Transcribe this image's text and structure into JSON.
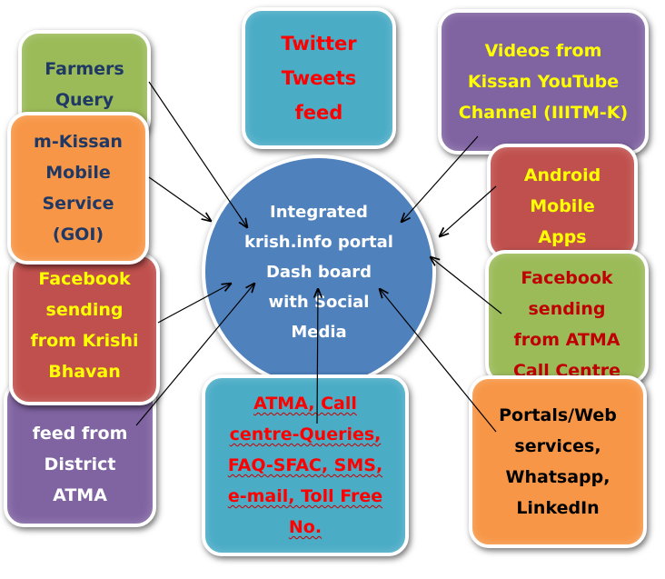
{
  "center": {
    "lines": [
      "Integrated",
      "krish.info portal",
      "Dash board",
      "with Social",
      "Media"
    ],
    "color": "#4f81bd"
  },
  "boxes": {
    "farmers_query": {
      "lines": [
        "Farmers",
        "Query"
      ],
      "fill": "#9bbb59",
      "text_color": "#1f3864"
    },
    "twitter": {
      "lines": [
        "Twitter",
        "Tweets",
        "feed"
      ],
      "fill": "#4bacc6",
      "text_color": "#ff0000"
    },
    "videos": {
      "lines": [
        "Videos from",
        "Kissan YouTube",
        "Channel (IIITM-K)"
      ],
      "fill": "#8064a2",
      "text_color": "#ffff00"
    },
    "mkissan": {
      "lines": [
        "m-Kissan",
        "Mobile",
        "Service",
        "(GOI)"
      ],
      "fill": "#f79646",
      "text_color": "#1f3864"
    },
    "android": {
      "lines": [
        "Android",
        "Mobile",
        "Apps"
      ],
      "fill": "#c0504d",
      "text_color": "#ffff00"
    },
    "facebook_krishi": {
      "lines": [
        "Facebook",
        "sending",
        "from Krishi",
        "Bhavan"
      ],
      "fill": "#c0504d",
      "text_color": "#ffff00"
    },
    "facebook_atma": {
      "lines": [
        "Facebook",
        "sending",
        "from ATMA",
        "Call Centre"
      ],
      "fill": "#9bbb59",
      "text_color": "#c00000"
    },
    "district_atma": {
      "lines": [
        "feed from",
        "District",
        "ATMA"
      ],
      "fill": "#8064a2",
      "text_color": "#ffffff"
    },
    "atma_call": {
      "lines": [
        "ATMA, Call",
        "centre-Queries,",
        "FAQ-SFAC, SMS,",
        "e-mail, Toll Free",
        "No."
      ],
      "fill": "#4bacc6",
      "text_color": "#ff0000"
    },
    "portals": {
      "lines": [
        "Portals/Web",
        "services,",
        "Whatsapp,",
        "LinkedIn"
      ],
      "fill": "#f79646",
      "text_color": "#000000"
    }
  }
}
